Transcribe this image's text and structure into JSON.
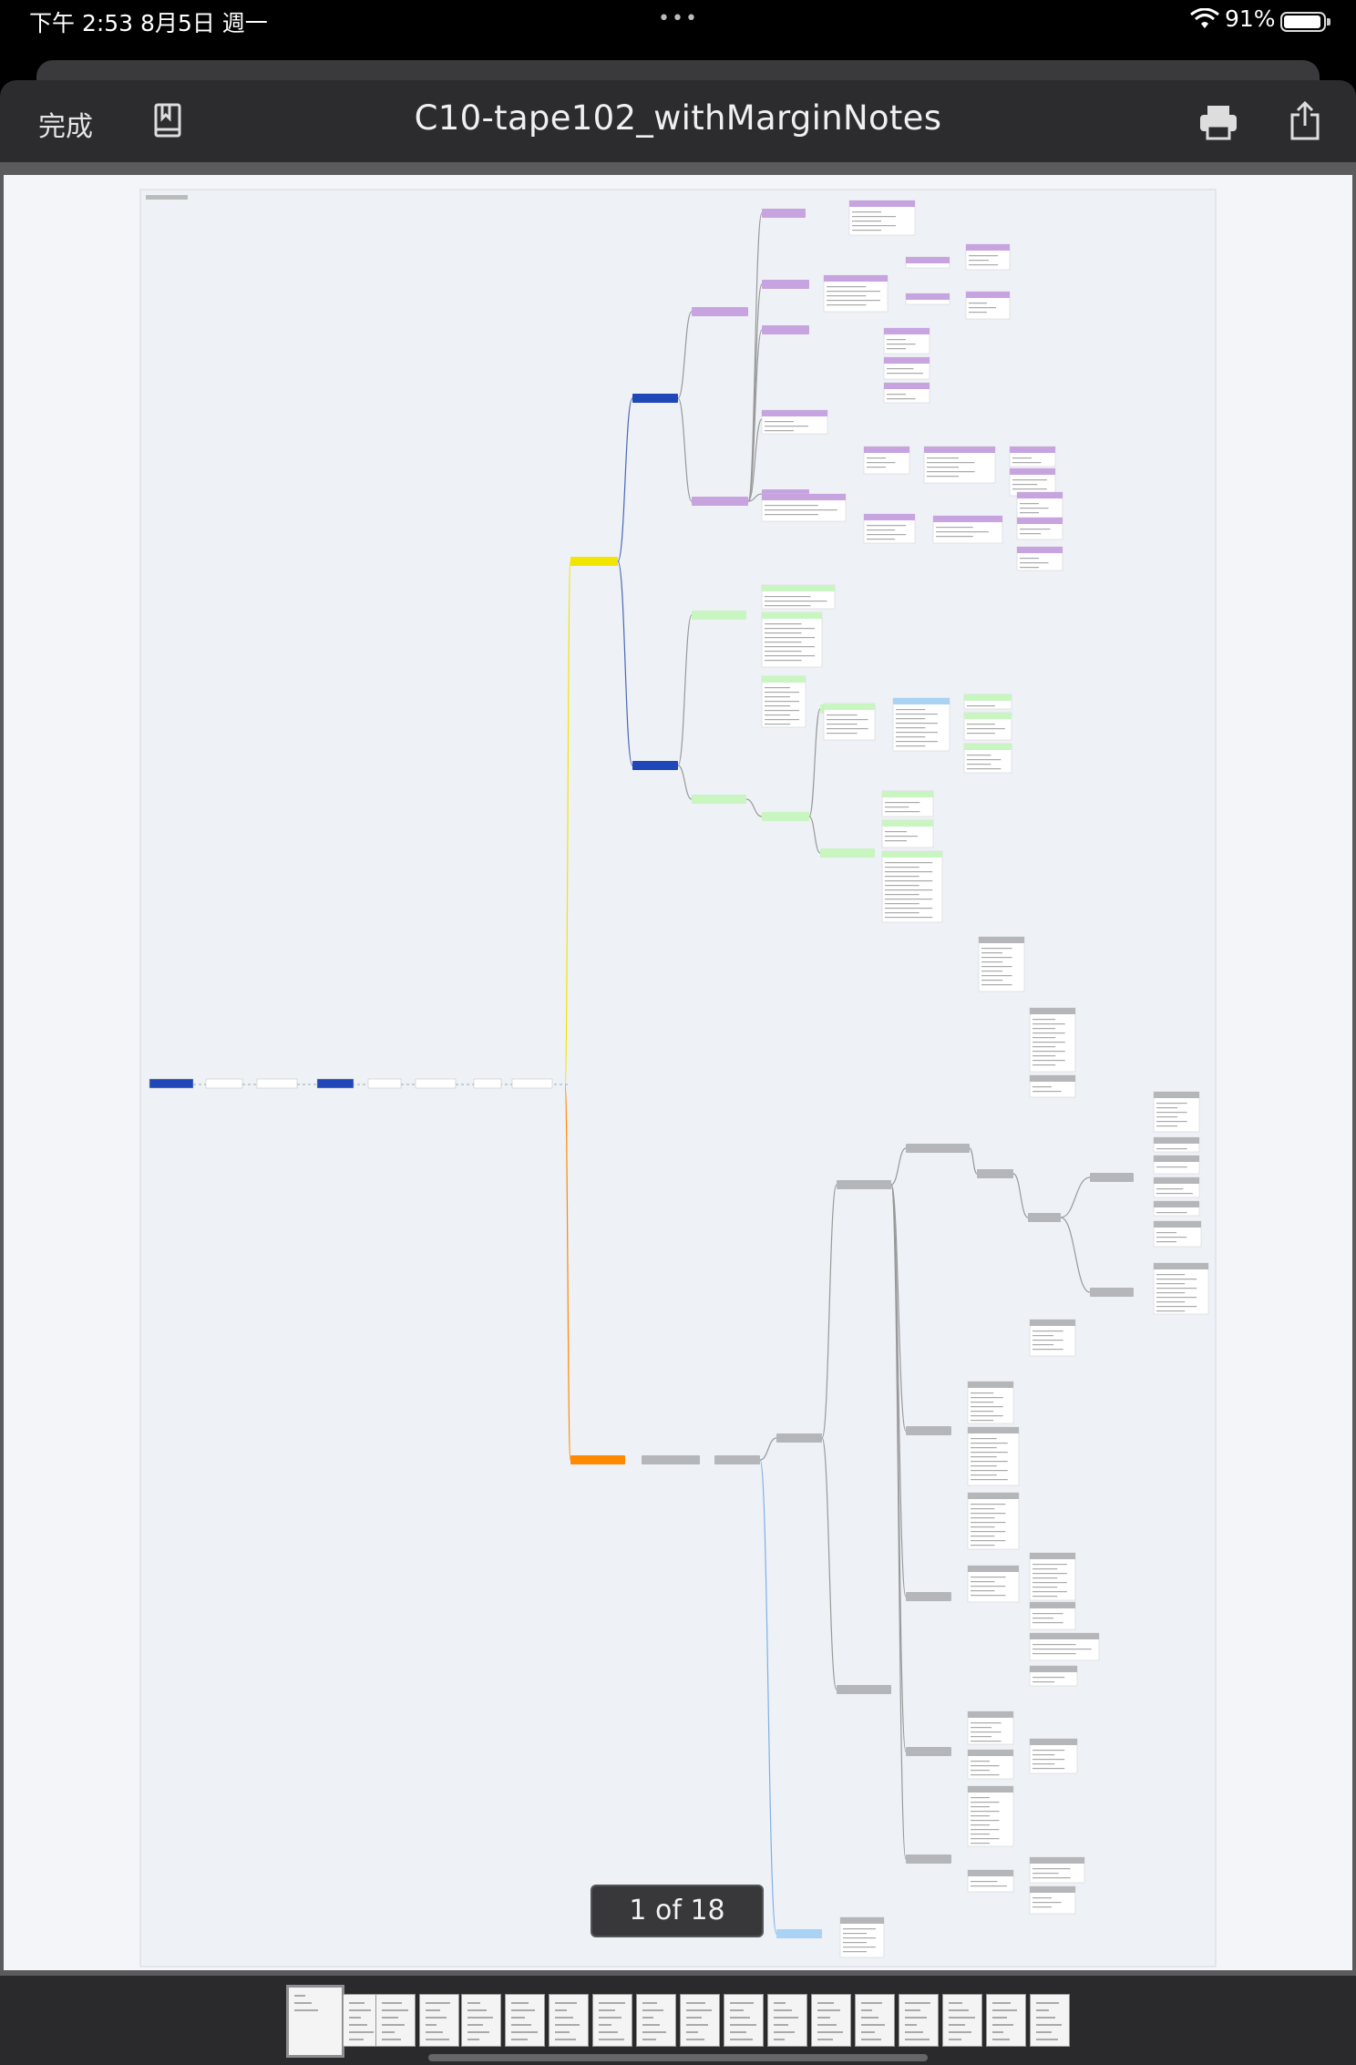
{
  "status_bar": {
    "time": "下午 2:53   8月5日 週一",
    "more_dots": "•••",
    "battery_percent": "91%"
  },
  "toolbar": {
    "done_label": "完成",
    "document_title": "C10-tape102_withMarginNotes",
    "icons": [
      "bookmark-icon",
      "print-icon",
      "share-icon"
    ]
  },
  "viewer": {
    "page_indicator": "1 of 18",
    "current_page": 1,
    "total_pages": 18
  },
  "colors": {
    "yellow_node": "#f2e600",
    "orange_node": "#ff8a00",
    "blue_node": "#1f47b8",
    "purple_node": "#c7a4e0",
    "green_node": "#c8f5c0",
    "gray_node": "#b4b6ba",
    "light_blue_node": "#a9d2f5",
    "page_bg": "#f3f5f8",
    "toolbar_bg": "#2c2c2e"
  }
}
